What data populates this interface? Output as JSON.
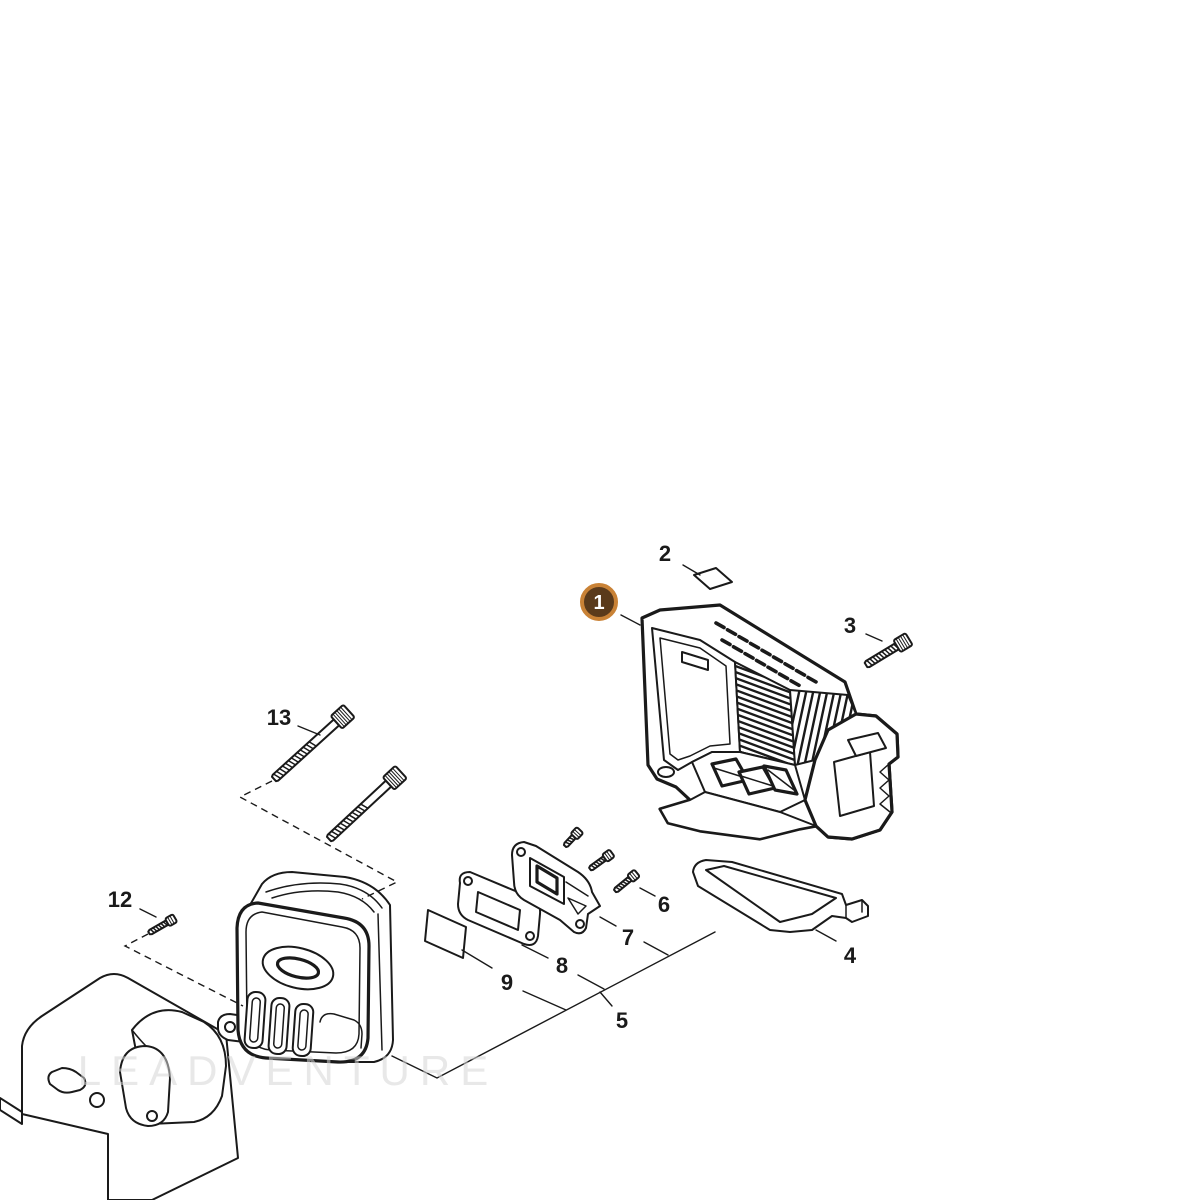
{
  "callouts": [
    {
      "label": "1",
      "highlighted": true
    },
    {
      "label": "2",
      "highlighted": false
    },
    {
      "label": "3",
      "highlighted": false
    },
    {
      "label": "4",
      "highlighted": false
    },
    {
      "label": "5",
      "highlighted": false
    },
    {
      "label": "6",
      "highlighted": false
    },
    {
      "label": "7",
      "highlighted": false
    },
    {
      "label": "8",
      "highlighted": false
    },
    {
      "label": "9",
      "highlighted": false
    },
    {
      "label": "12",
      "highlighted": false
    },
    {
      "label": "13",
      "highlighted": false
    }
  ],
  "highlight": {
    "badge_fill": "#5a3a1b",
    "badge_ring": "#c98236",
    "text_color": "#ffffff"
  },
  "line_color": "#1a1a1a",
  "watermark": "LEADVENTURE"
}
